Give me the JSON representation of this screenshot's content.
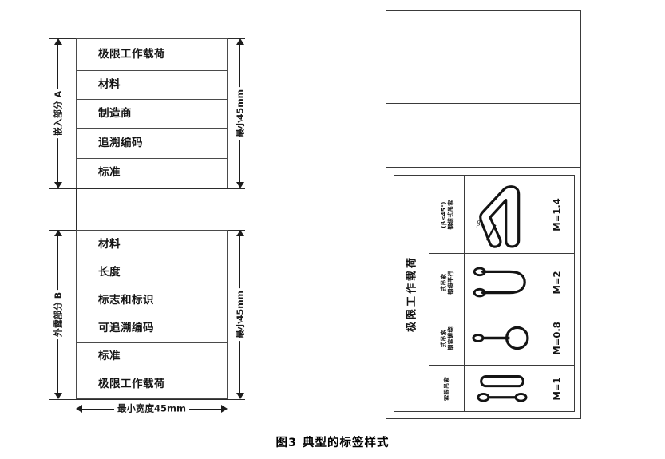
{
  "figure": {
    "caption_number": "图3",
    "caption_text": "典型的标签样式"
  },
  "left_label_diagram": {
    "section_a": {
      "side_label": "嵌入部分 A",
      "height_label": "最小45mm",
      "rows": [
        "极限工作载荷",
        "材料",
        "制造商",
        "追溯编码",
        "标准"
      ]
    },
    "section_b": {
      "side_label": "外露部分 B",
      "height_label": "最小45mm",
      "rows": [
        "材料",
        "长度",
        "标志和标识",
        "可追溯编码",
        "标准",
        "极限工作载荷"
      ]
    },
    "width_label": "最小宽度45mm"
  },
  "right_label_diagram": {
    "blank_band_top": "",
    "blank_band_middle": "",
    "wll_table": {
      "header_vertical": "极限工作载荷",
      "rows": [
        {
          "description_lines": [
            "钢缆式吊索",
            "(β≤45°)"
          ],
          "pictogram": "choked-sling-icon",
          "angle_symbol": "β",
          "factor": "M=1.4"
        },
        {
          "description_lines": [
            "钢缆平行",
            "式吊索"
          ],
          "pictogram": "basket-parallel-sling-icon",
          "factor": "M=2"
        },
        {
          "description_lines": [
            "钢索缠绕",
            "式吊索"
          ],
          "pictogram": "choker-sling-icon",
          "factor": "M=0.8"
        },
        {
          "description_lines": [
            "索眼吊索"
          ],
          "pictogram": "eye-and-endless-sling-icon",
          "factor": "M=1"
        }
      ]
    }
  },
  "colors": {
    "line": "#3a3a3a",
    "text": "#141414",
    "background": "#ffffff"
  }
}
